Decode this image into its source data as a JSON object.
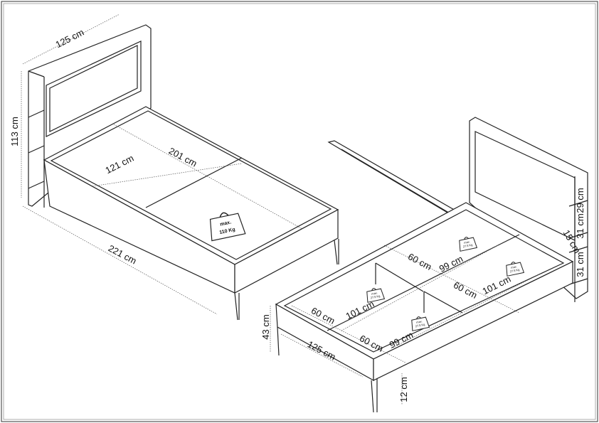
{
  "left_bed": {
    "width_headboard": "125 cm",
    "height": "113 cm",
    "inner_width": "121 cm",
    "inner_length": "201 cm",
    "total_length": "221 cm",
    "weight_line1": "max.",
    "weight_line2": "110 Kg"
  },
  "right_bed": {
    "compartments": [
      {
        "width": "60 cm",
        "length": "99 cm"
      },
      {
        "width": "60 cm",
        "length": "101 cm"
      },
      {
        "width": "60 cm",
        "length": "101 cm"
      },
      {
        "width": "60 cm",
        "length": "99 cm"
      }
    ],
    "foot_width": "125 cm",
    "frame_height": "43 cm",
    "leg_height": "12 cm",
    "shelf_heights": [
      "29 cm",
      "31 cm",
      "15 cm",
      "31 cm"
    ],
    "weight_line1": "max.",
    "weight_line2": "27.5 Kg"
  }
}
